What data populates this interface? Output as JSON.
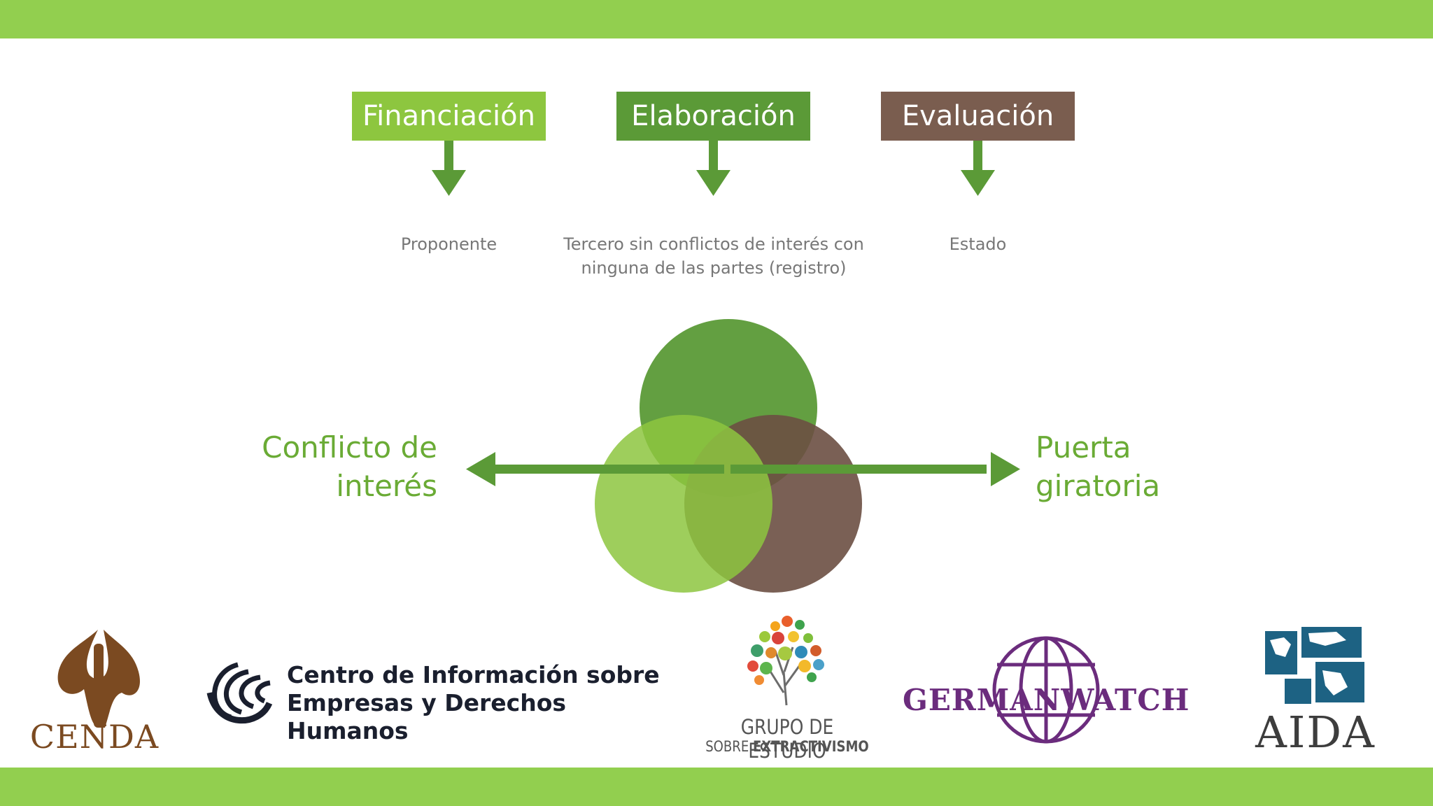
{
  "stages": [
    {
      "label": "Financiación",
      "note": "Proponente"
    },
    {
      "label": "Elaboración",
      "note": "Tercero sin conflictos de interés con\nninguna de las partes (registro)"
    },
    {
      "label": "Evaluación",
      "note": "Estado"
    }
  ],
  "axis": {
    "left_label": "Conflicto de\ninterés",
    "right_label": "Puerta\ngiratoria"
  },
  "colors": {
    "band": "#92cf4f",
    "light_green": "#8dc63f",
    "mid_green": "#5b9a37",
    "brown": "#7a5d4f"
  },
  "logos": {
    "cenda": "CENDA",
    "ciedh": "Centro de Información sobre\nEmpresas y Derechos Humanos",
    "gee_line1": "GRUPO DE ESTUDIO",
    "gee_line2_a": "SOBRE ",
    "gee_line2_b": "EXTRACTIVISMO",
    "germanwatch": "GERMANWATCH",
    "aida": "AIDA"
  }
}
